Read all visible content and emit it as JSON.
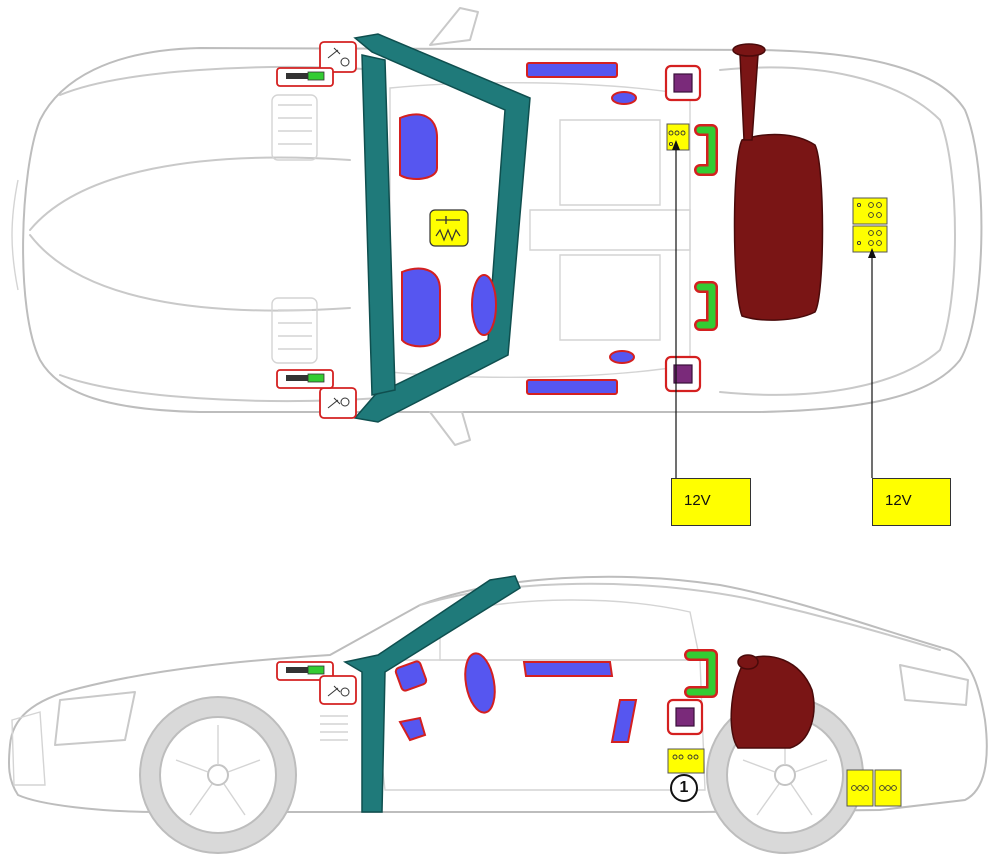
{
  "labels": {
    "battery_front": "12V",
    "battery_rear": "12V"
  },
  "callouts": {
    "battery_callout": "1"
  },
  "colors": {
    "pillar": "#1f7a7a",
    "airbag": "#5656f0",
    "airbag_border": "#d42020",
    "fuel_tank": "#7a1515",
    "high_strength_box": "#7a2a7a",
    "belt_tensioner": "#33cc33",
    "battery": "#ffff00"
  },
  "icons": [
    "seat-belt-tensioner-icon",
    "battery-icon",
    "gas-spring-icon",
    "airbag-icon",
    "fuel-tank-icon"
  ]
}
